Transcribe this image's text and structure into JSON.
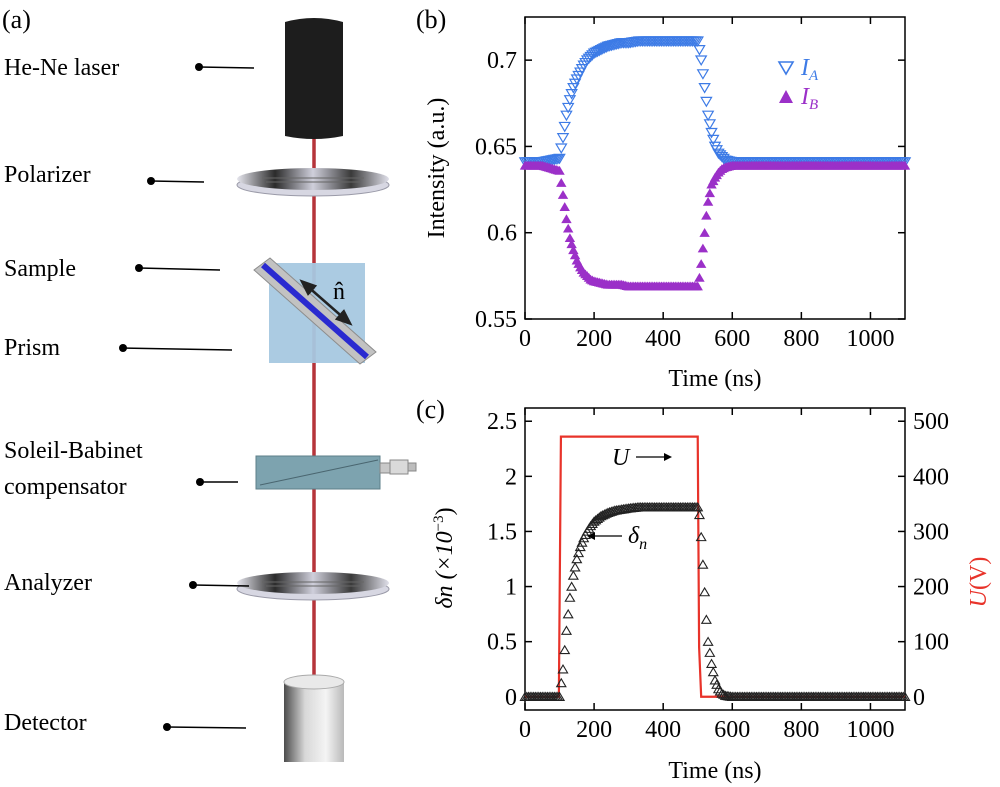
{
  "panel_a": {
    "tag": "(a)",
    "components": [
      {
        "label": "He-Ne laser"
      },
      {
        "label": "Polarizer"
      },
      {
        "label": "Sample"
      },
      {
        "label": "Prism"
      },
      {
        "label_line1": "Soleil-Babinet",
        "label_line2": "compensator"
      },
      {
        "label": "Analyzer"
      },
      {
        "label": "Detector"
      }
    ],
    "director_symbol": "n̂",
    "colors": {
      "beam": "#b5343a",
      "sample": "#2a2ad0",
      "prism": "#9ec3dc",
      "laser": "#1a1a1a"
    }
  },
  "panel_b": {
    "tag": "(b)"
  },
  "panel_c": {
    "tag": "(c)",
    "arrow_u": "U",
    "arrow_dn_base": "δ",
    "arrow_dn_sub": "n"
  },
  "chart_data": [
    {
      "type": "scatter",
      "xlabel": "Time (ns)",
      "ylabel": "Intensity (a.u.)",
      "xlim": [
        0,
        1100
      ],
      "ylim": [
        0.55,
        0.725
      ],
      "xticks": [
        "0",
        "200",
        "400",
        "600",
        "800",
        "1000"
      ],
      "yticks": [
        "0.55",
        "0.6",
        "0.65",
        "0.7"
      ],
      "legend_placement": "top-right",
      "series": [
        {
          "name": "I_A",
          "name_base": "I",
          "name_sub": "A",
          "marker": "open-triangle-down",
          "color": "#3d7be6",
          "x": [
            0,
            50,
            100,
            110,
            120,
            130,
            140,
            150,
            160,
            170,
            180,
            190,
            200,
            220,
            240,
            260,
            280,
            300,
            330,
            360,
            400,
            450,
            500,
            505,
            510,
            515,
            520,
            525,
            530,
            540,
            550,
            560,
            570,
            580,
            600,
            650,
            700,
            800,
            900,
            1000,
            1100
          ],
          "y": [
            0.641,
            0.641,
            0.643,
            0.655,
            0.668,
            0.677,
            0.684,
            0.689,
            0.693,
            0.697,
            0.7,
            0.702,
            0.704,
            0.706,
            0.708,
            0.709,
            0.71,
            0.71,
            0.711,
            0.711,
            0.711,
            0.711,
            0.711,
            0.706,
            0.7,
            0.692,
            0.684,
            0.676,
            0.668,
            0.658,
            0.65,
            0.646,
            0.644,
            0.642,
            0.641,
            0.641,
            0.641,
            0.641,
            0.641,
            0.641,
            0.641
          ]
        },
        {
          "name": "I_B",
          "name_base": "I",
          "name_sub": "B",
          "marker": "filled-triangle-up",
          "color": "#9b30c8",
          "x": [
            0,
            50,
            100,
            110,
            120,
            130,
            140,
            150,
            160,
            170,
            180,
            190,
            200,
            220,
            240,
            260,
            280,
            300,
            330,
            360,
            400,
            450,
            500,
            505,
            510,
            515,
            520,
            525,
            530,
            540,
            550,
            560,
            570,
            580,
            600,
            650,
            700,
            800,
            900,
            1000,
            1100
          ],
          "y": [
            0.639,
            0.639,
            0.636,
            0.622,
            0.608,
            0.597,
            0.59,
            0.584,
            0.58,
            0.577,
            0.575,
            0.573,
            0.572,
            0.571,
            0.57,
            0.57,
            0.57,
            0.569,
            0.569,
            0.569,
            0.569,
            0.569,
            0.569,
            0.574,
            0.582,
            0.591,
            0.6,
            0.61,
            0.618,
            0.628,
            0.632,
            0.635,
            0.637,
            0.638,
            0.639,
            0.639,
            0.639,
            0.639,
            0.639,
            0.639,
            0.639
          ]
        }
      ]
    },
    {
      "type": "line",
      "xlabel": "Time (ns)",
      "ylabel_left_base": "δn (×10",
      "ylabel_left_exp": "−3",
      "ylabel_left_close": ")",
      "ylabel_right_base": "U",
      "ylabel_right_unit": "(V)",
      "xlim": [
        0,
        1100
      ],
      "ylim": [
        -0.12,
        2.62
      ],
      "y2lim": [
        -24,
        524
      ],
      "xticks": [
        "0",
        "200",
        "400",
        "600",
        "800",
        "1000"
      ],
      "yticks": [
        "0",
        "0.5",
        "1",
        "1.5",
        "2",
        "2.5"
      ],
      "y2ticks": [
        "0",
        "100",
        "200",
        "300",
        "400",
        "500"
      ],
      "series": [
        {
          "name": "δn",
          "axis": "left",
          "marker": "open-triangle-up",
          "color": "#222222",
          "x": [
            0,
            50,
            100,
            110,
            120,
            130,
            140,
            150,
            160,
            170,
            180,
            190,
            200,
            220,
            240,
            260,
            280,
            300,
            330,
            360,
            400,
            450,
            500,
            505,
            510,
            515,
            520,
            525,
            530,
            540,
            550,
            560,
            570,
            580,
            600,
            650,
            700,
            800,
            900,
            1000,
            1100
          ],
          "y": [
            0,
            0,
            0,
            0.25,
            0.6,
            0.9,
            1.1,
            1.25,
            1.36,
            1.44,
            1.5,
            1.55,
            1.59,
            1.64,
            1.67,
            1.69,
            1.7,
            1.71,
            1.72,
            1.72,
            1.72,
            1.72,
            1.72,
            1.65,
            1.45,
            1.2,
            0.95,
            0.7,
            0.5,
            0.3,
            0.15,
            0.07,
            0.03,
            0.01,
            0,
            0,
            0,
            0,
            0,
            0,
            0
          ]
        },
        {
          "name": "U",
          "axis": "right",
          "color": "#e8332a",
          "x": [
            0,
            98,
            104,
            500,
            504,
            510,
            1100
          ],
          "y": [
            0,
            0,
            472,
            472,
            90,
            0,
            0
          ]
        }
      ]
    }
  ]
}
